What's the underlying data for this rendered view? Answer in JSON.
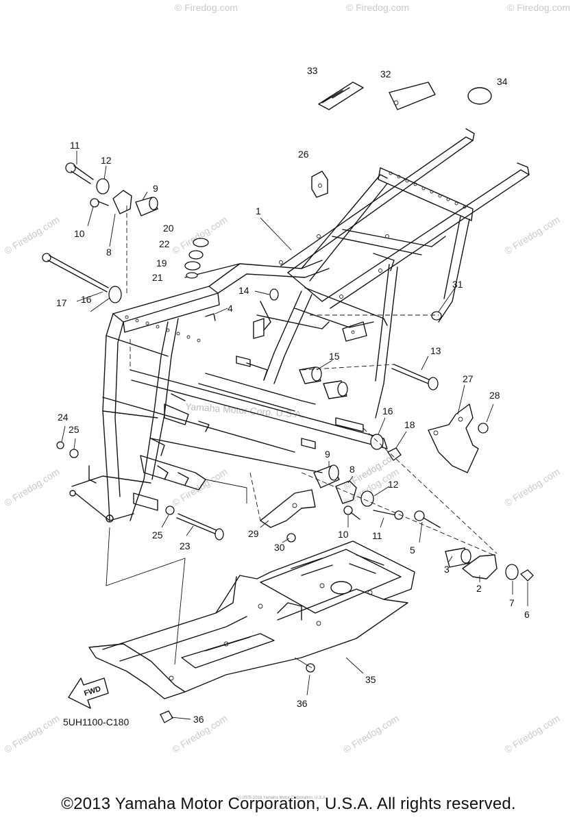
{
  "diagram_code": "5UH1100-C180",
  "copyright": "©2013 Yamaha Motor Corporation, U.S.A. All rights reserved.",
  "tiny_credit": "(c) 2005-2016 Yamaha Motor Corporation, U.S.A.",
  "center_watermark": "Yamaha Motor Corp. U.S.A.",
  "watermark_text": "© Firedog.com",
  "fwd_label": "FWD",
  "callouts": [
    "33",
    "32",
    "34",
    "26",
    "11",
    "12",
    "9",
    "10",
    "8",
    "20",
    "22",
    "19",
    "21",
    "1",
    "17",
    "16",
    "14",
    "4",
    "31",
    "13",
    "15",
    "27",
    "28",
    "24",
    "25",
    "16",
    "18",
    "9",
    "8",
    "12",
    "29",
    "30",
    "10",
    "11",
    "5",
    "3",
    "2",
    "7",
    "6",
    "25",
    "23",
    "35",
    "36",
    "36"
  ]
}
